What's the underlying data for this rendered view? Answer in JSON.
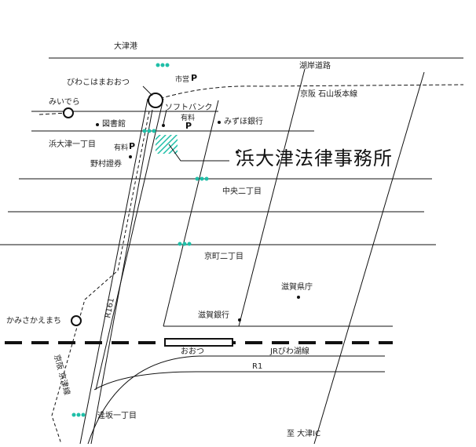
{
  "title": "浜大津法律事務所",
  "labels": {
    "otsu_port": "大津港",
    "biwako_hama_otsu": "びわこはまおおつ",
    "miidera": "みいでら",
    "lakeshore_road": "湖岸道路",
    "keihan_ishiyama_line": "京阪 石山坂本線",
    "city_parking": "市営",
    "softbank": "ソフトバンク",
    "paid": "有料",
    "mizuho_bank": "みずほ銀行",
    "library": "図書館",
    "hamaotsu_1chome": "浜大津一丁目",
    "paid2": "有料",
    "nomura_securities": "野村證券",
    "chuo_2chome": "中央二丁目",
    "kyomachi_2chome": "京町二丁目",
    "shiga_pref_office": "滋賀県庁",
    "route_161": "R161",
    "shiga_bank": "滋賀銀行",
    "kamisakaemachi": "かみさかえまち",
    "otsu_station": "おおつ",
    "jr_biwako_line": "JRびわ湖線",
    "r1": "R1",
    "keihan_keishin_line": "京阪 京津線",
    "osaka_1chome": "逢坂一丁目",
    "to_otsu_ic": "至 大津IC",
    "parking_mark": "P"
  },
  "colors": {
    "road": "#111111",
    "signal": "#1fbfa8",
    "office_hatch": "#1fbfa8"
  }
}
